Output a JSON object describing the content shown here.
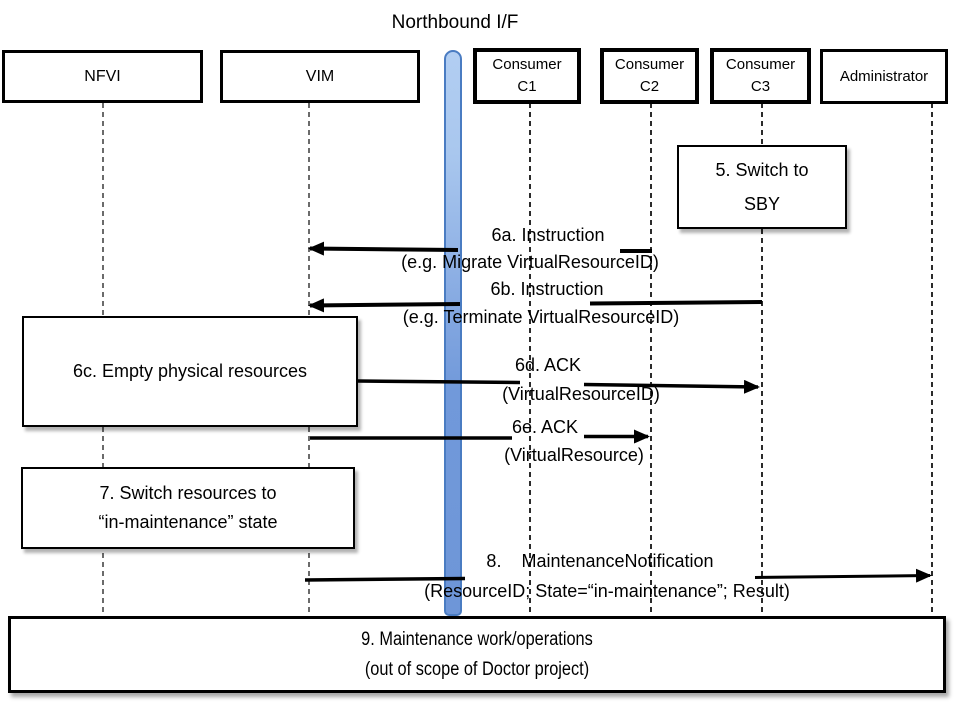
{
  "diagram": {
    "title": "Northbound I/F",
    "type": "sequence-diagram"
  },
  "actors": {
    "nfvi": {
      "label": "NFVI"
    },
    "vim": {
      "label": "VIM"
    },
    "consumer_c1": {
      "line1": "Consumer",
      "line2": "C1"
    },
    "consumer_c2": {
      "line1": "Consumer",
      "line2": "C2"
    },
    "consumer_c3": {
      "line1": "Consumer",
      "line2": "C3"
    },
    "administrator": {
      "label": "Administrator"
    }
  },
  "notes": {
    "step5": {
      "line1": "5. Switch to",
      "line2": "SBY"
    },
    "step6c": {
      "label": "6c. Empty physical resources"
    },
    "step7": {
      "line1": "7. Switch resources to",
      "line2": "“in-maintenance” state"
    },
    "step9": {
      "line1": "9. Maintenance work/operations",
      "line2": "(out of scope of Doctor project)"
    }
  },
  "messages": {
    "step6a": {
      "line1": "6a. Instruction",
      "line2": "(e.g. Migrate VirtualResourceID)",
      "from": "Consumer C2",
      "to": "VIM"
    },
    "step6b": {
      "line1": "6b. Instruction",
      "line2": "(e.g. Terminate VirtualResourceID)",
      "from": "Consumer C3",
      "to": "VIM"
    },
    "step6d": {
      "line1": "6d. ACK",
      "line2": "(VirtualResourceID)",
      "from": "VIM",
      "to": "Consumer C3"
    },
    "step6e": {
      "line1": "6e. ACK",
      "line2": "(VirtualResource)",
      "from": "VIM",
      "to": "Consumer C2"
    },
    "step8": {
      "line1": "8.    MaintenanceNotification",
      "line2": "(ResourceID; State=“in-maintenance”; Result)",
      "from": "VIM",
      "to": "Administrator"
    }
  },
  "colors": {
    "background": "#ffffff",
    "box_border": "#000000",
    "arrow": "#000000",
    "lifeline_gray": "#6b6b6b",
    "lifeline_dark": "#2b2b2b",
    "bar_fill_top": "#aecdf2",
    "bar_fill_bottom": "#6e96d8",
    "bar_border": "#4a7cc2"
  }
}
